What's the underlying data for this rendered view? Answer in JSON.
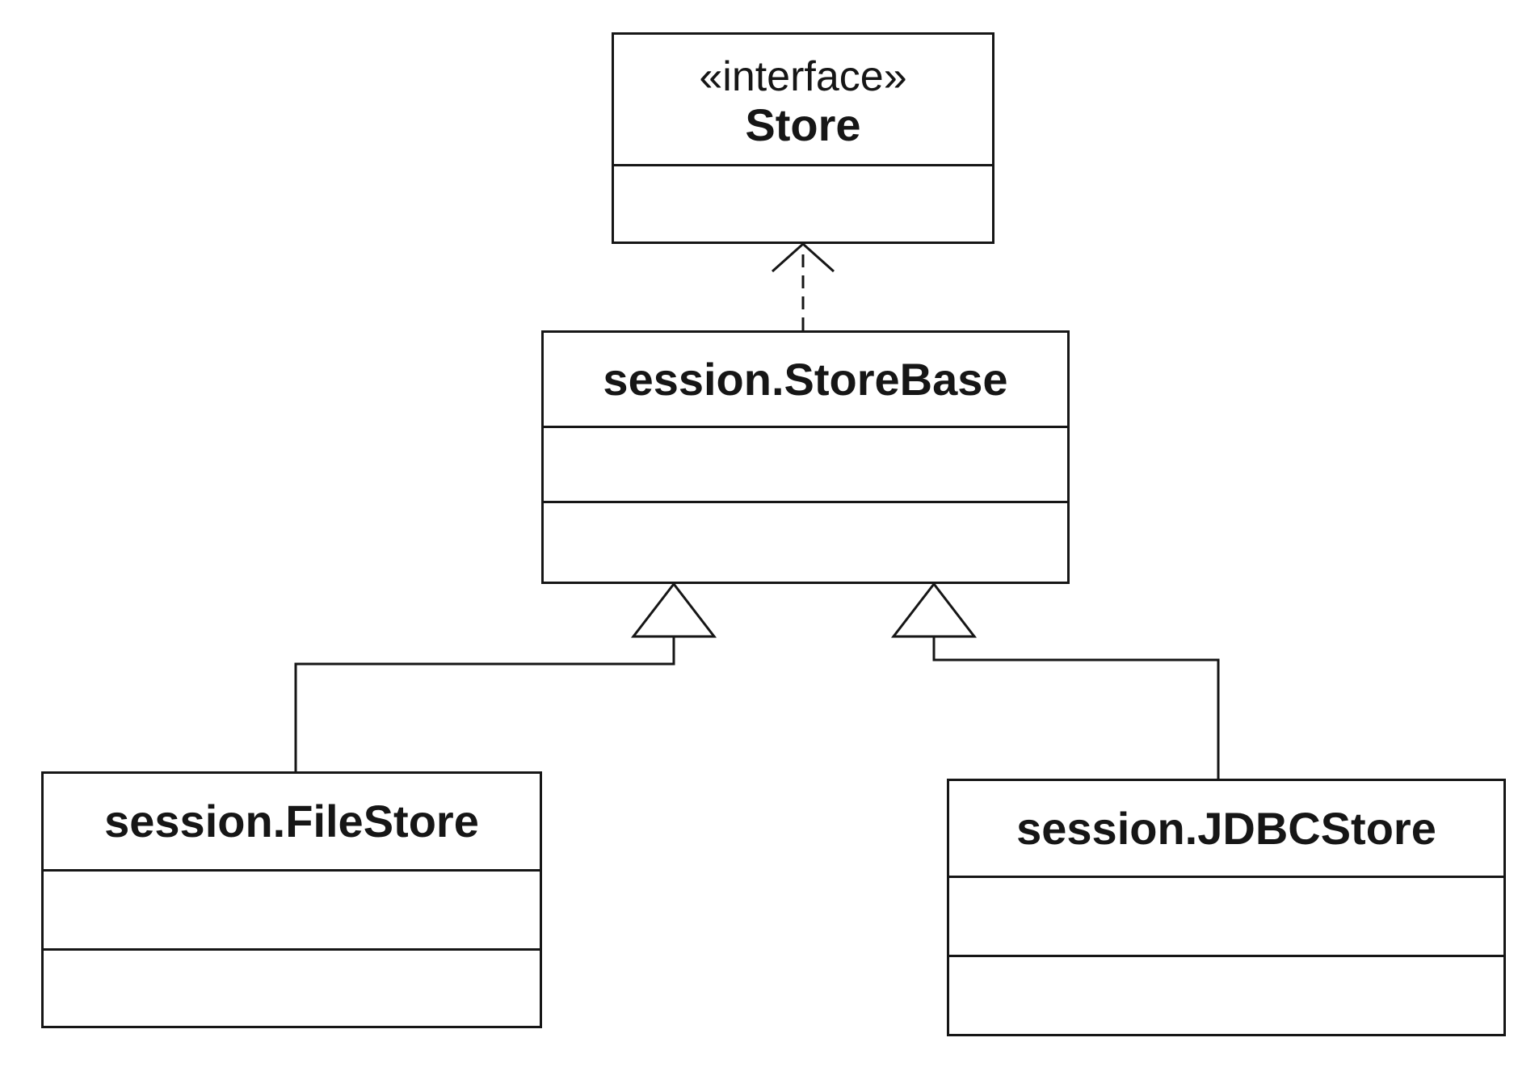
{
  "diagram": {
    "classes": {
      "store": {
        "stereotype": "«interface»",
        "name": "Store"
      },
      "storebase": {
        "name": "session.StoreBase"
      },
      "filestore": {
        "name": "session.FileStore"
      },
      "jdbcstore": {
        "name": "session.JDBCStore"
      }
    },
    "relationships": [
      {
        "type": "realization",
        "from": "session.StoreBase",
        "to": "Store"
      },
      {
        "type": "generalization",
        "from": "session.FileStore",
        "to": "session.StoreBase"
      },
      {
        "type": "generalization",
        "from": "session.JDBCStore",
        "to": "session.StoreBase"
      }
    ],
    "colors": {
      "line": "#161616",
      "background": "#ffffff"
    }
  }
}
